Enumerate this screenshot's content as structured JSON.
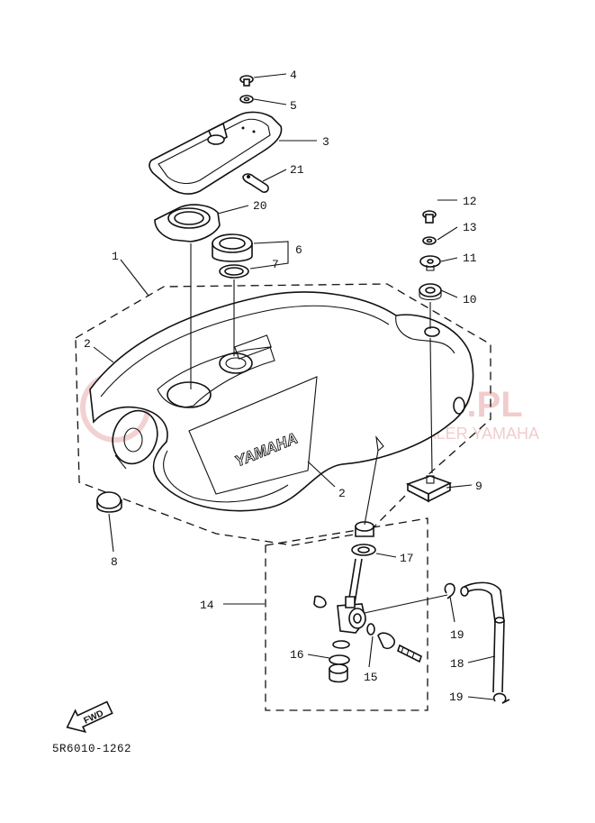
{
  "diagram": {
    "code": "5R6010-1262",
    "fwd_label": "FWD",
    "brand_text": "YAMAHA",
    "watermark": {
      "main": "YAMAHA-SKLEP.PL",
      "sub": "WOJCIECH ROMANOWICZ | DEALER YAMAHA"
    },
    "callouts": [
      "1",
      "2",
      "2",
      "3",
      "4",
      "5",
      "6",
      "7",
      "8",
      "9",
      "10",
      "11",
      "12",
      "13",
      "14",
      "15",
      "16",
      "17",
      "18",
      "19",
      "19",
      "20",
      "21"
    ]
  }
}
